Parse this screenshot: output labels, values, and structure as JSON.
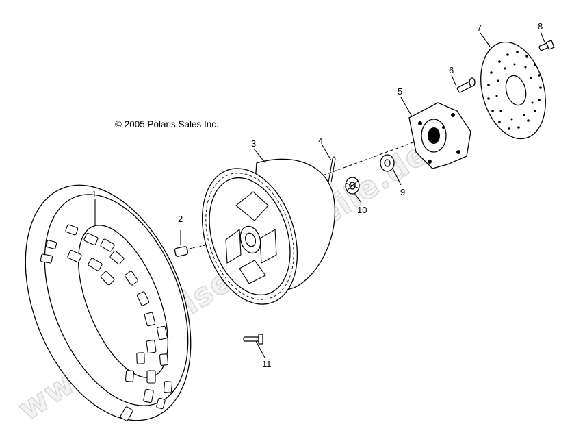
{
  "copyright": "© 2005 Polaris Sales Inc.",
  "watermark": "www.polarisersatzteile.de",
  "callouts": [
    {
      "id": "1",
      "label": "1",
      "part": "tire"
    },
    {
      "id": "2",
      "label": "2",
      "part": "valve-stem"
    },
    {
      "id": "3",
      "label": "3",
      "part": "wheel-rim"
    },
    {
      "id": "4",
      "label": "4",
      "part": "cotter-pin"
    },
    {
      "id": "5",
      "label": "5",
      "part": "wheel-hub"
    },
    {
      "id": "6",
      "label": "6",
      "part": "hub-bolt"
    },
    {
      "id": "7",
      "label": "7",
      "part": "brake-disc"
    },
    {
      "id": "8",
      "label": "8",
      "part": "disc-screw"
    },
    {
      "id": "9",
      "label": "9",
      "part": "washer"
    },
    {
      "id": "10",
      "label": "10",
      "part": "castle-nut"
    },
    {
      "id": "11",
      "label": "11",
      "part": "wheel-stud"
    }
  ]
}
